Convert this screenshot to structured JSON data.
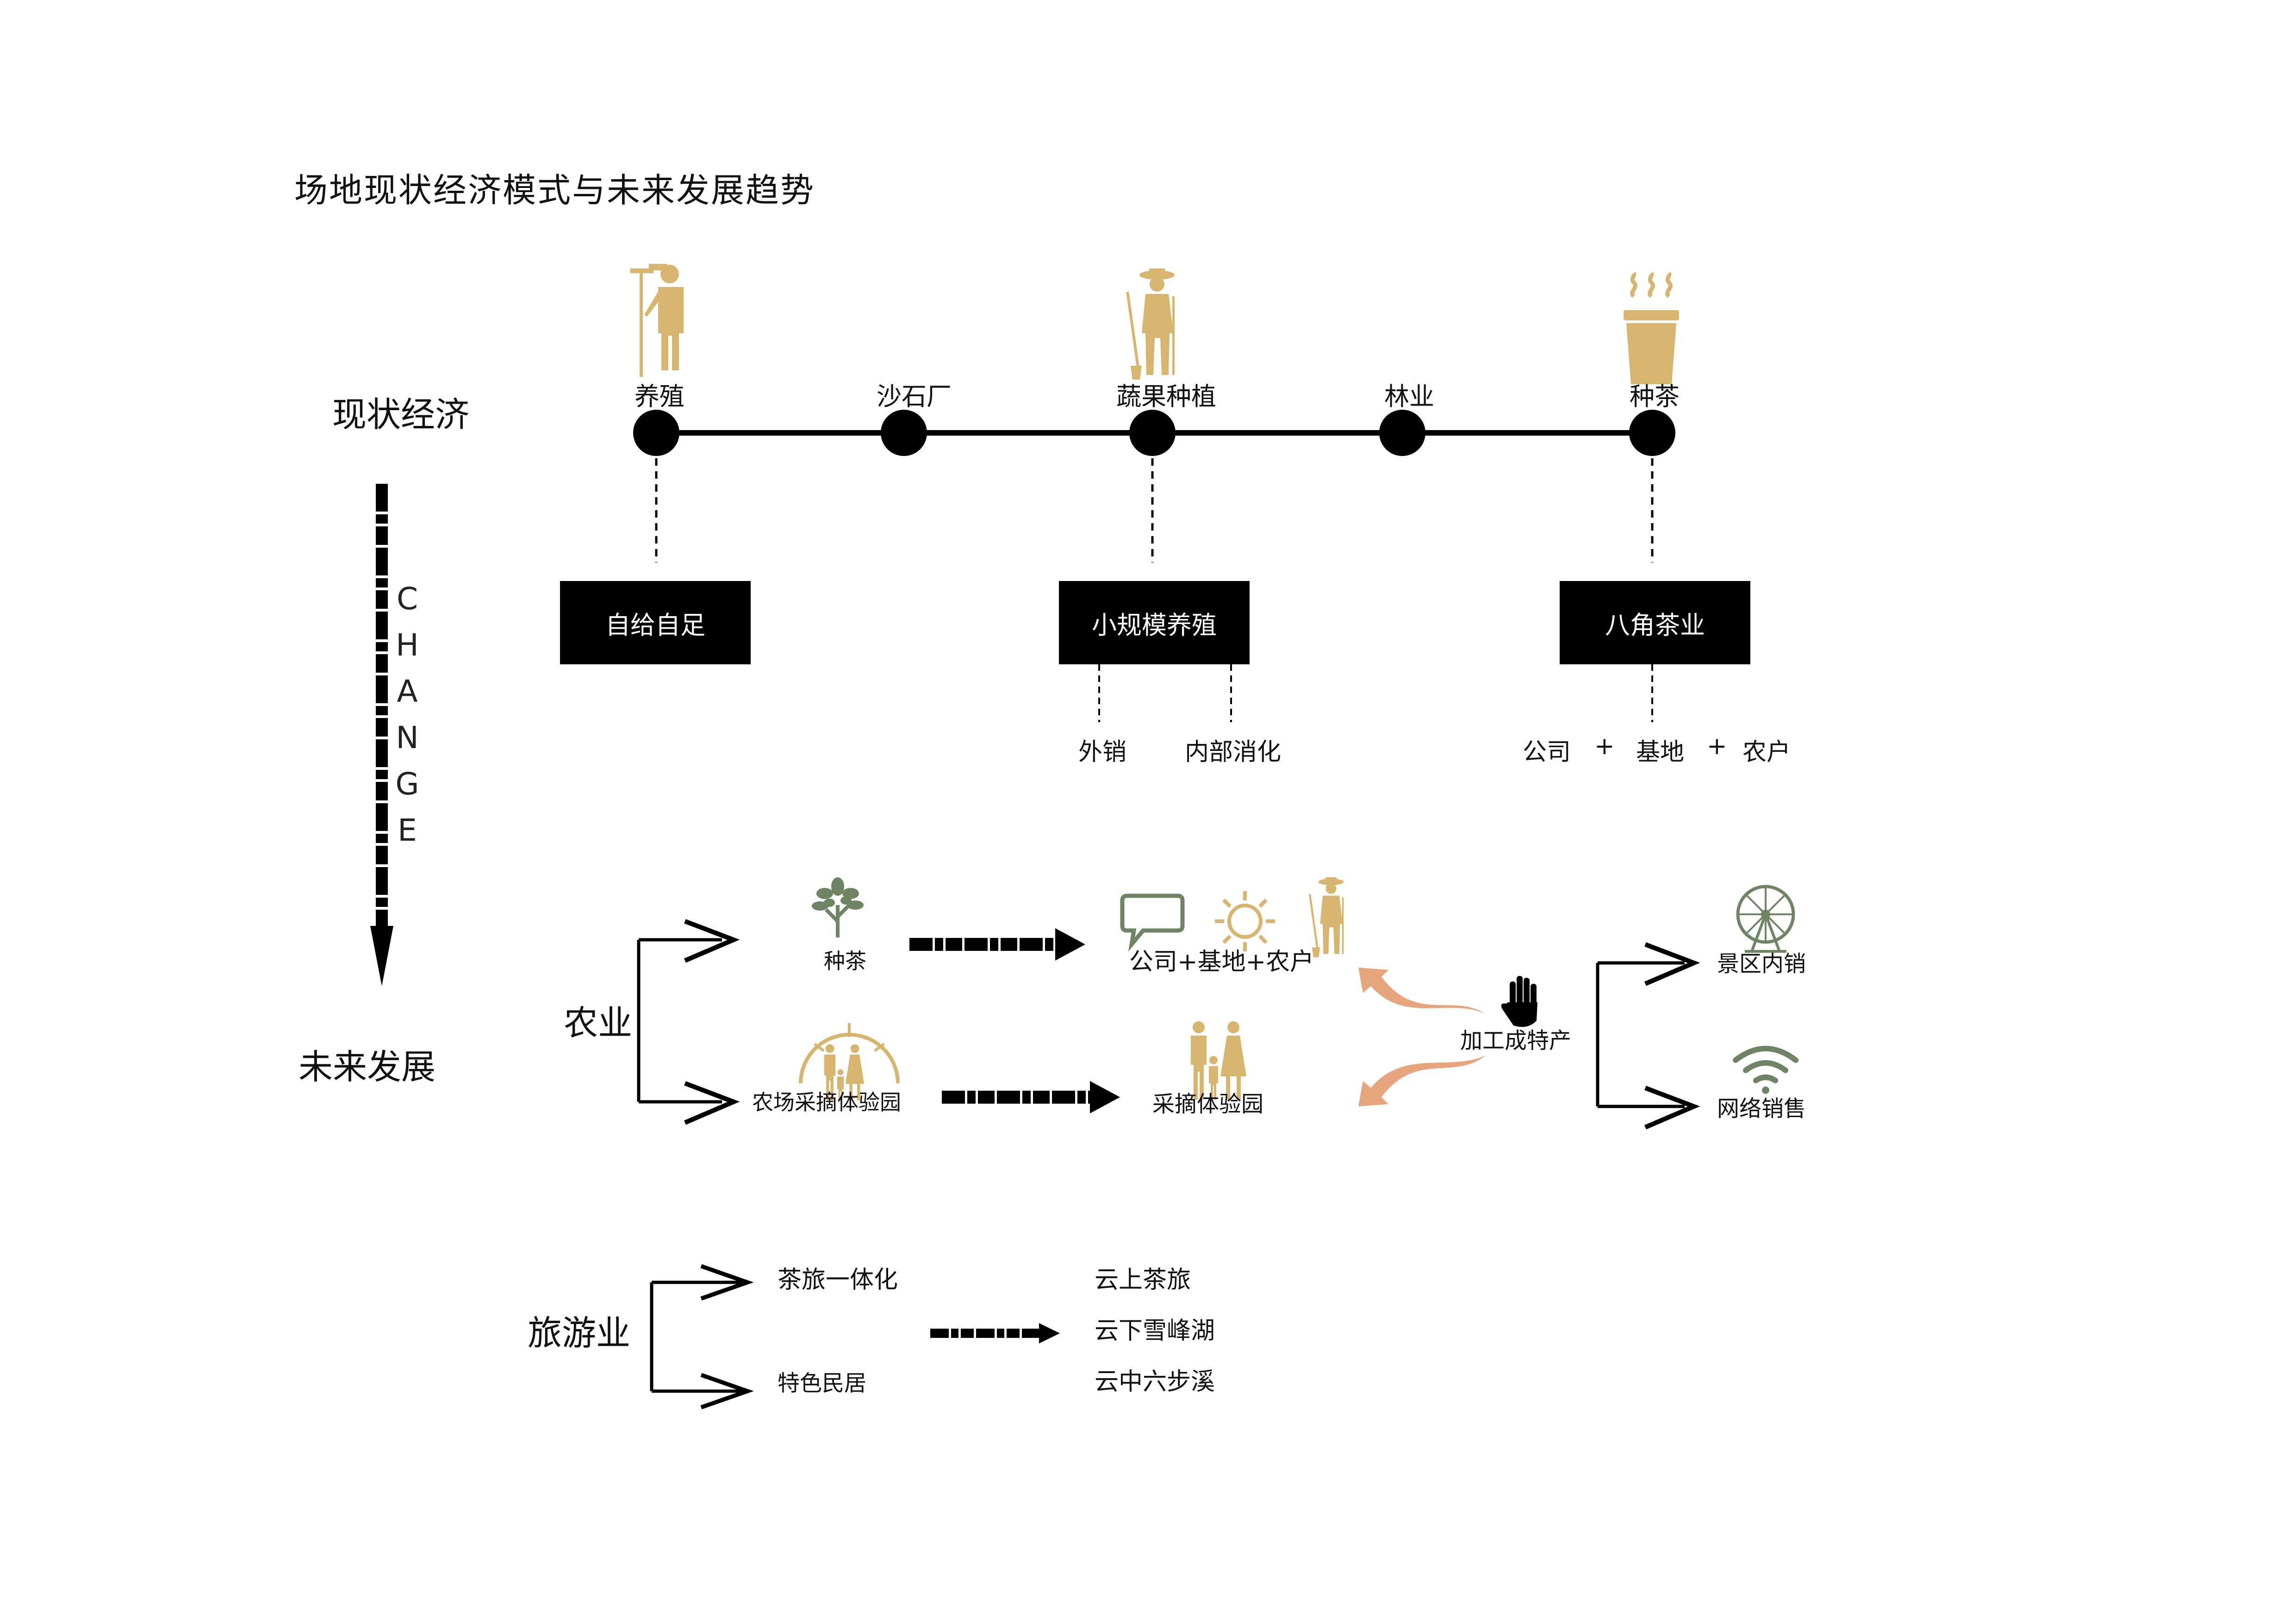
{
  "title": "场地现状经济模式与未来发展趋势",
  "current": {
    "label": "现状经济",
    "nodes": [
      "养殖",
      "沙石厂",
      "蔬果种植",
      "林业",
      "种茶"
    ],
    "boxes": [
      {
        "label": "自给自足"
      },
      {
        "label": "小规模养殖",
        "subs": [
          "外销",
          "内部消化"
        ]
      },
      {
        "label": "八角茶业",
        "subs": [
          "公司",
          "+",
          "基地",
          "+",
          "农户"
        ]
      }
    ]
  },
  "change": {
    "letters": [
      "C",
      "H",
      "A",
      "N",
      "G",
      "E"
    ]
  },
  "future": {
    "label": "未来发展",
    "agriculture": {
      "label": "农业",
      "branches": [
        "种茶",
        "农场采摘体验园"
      ],
      "results": [
        "公司+基地+农户",
        "采摘体验园"
      ],
      "process": "加工成特产",
      "outputs": [
        "景区内销",
        "网络销售"
      ]
    },
    "tourism": {
      "label": "旅游业",
      "branches": [
        "茶旅一体化",
        "特色民居"
      ],
      "results": [
        "云上茶旅",
        "云下雪峰湖",
        "云中六步溪"
      ]
    }
  },
  "colors": {
    "gold": "#D8B56E",
    "green": "#6E8465",
    "salmon": "#E6A57C",
    "black": "#000000"
  },
  "icons": [
    "farmer-rake-icon",
    "farmer-shovel-icon",
    "tea-cup-icon",
    "tea-tree-icon",
    "speech-bubble-icon",
    "sun-icon",
    "family-dome-icon",
    "family-icon",
    "hand-icon",
    "ferris-wheel-icon",
    "wifi-icon"
  ]
}
